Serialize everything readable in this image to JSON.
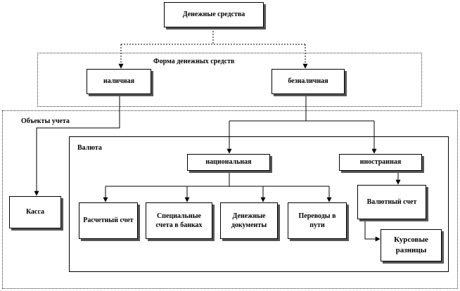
{
  "nodes": {
    "root": "Денежные средства",
    "cash": "наличная",
    "noncash": "безналичная",
    "kassa": "Касса",
    "national": "национальная",
    "foreign": "иностранная",
    "settlement": "Расчетный счет",
    "special": "Специальные счета в банках",
    "money_docs": "Денежные документы",
    "transfers": "Переводы в пути",
    "currency_account": "Валютный счет",
    "exchange_diff": "Курсовые разницы"
  },
  "groups": {
    "forms": "Форма денежных средств",
    "objects": "Объекты учета",
    "currency": "Валюта"
  }
}
